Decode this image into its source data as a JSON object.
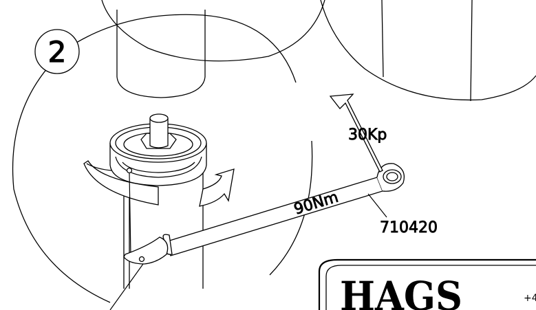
{
  "diagram": {
    "step_number": "2",
    "force_label": "30Kp",
    "torque_label": "90Nm",
    "tool_part_number": "710420",
    "logo_text": "HAGS",
    "contact_fragment": "+4",
    "ink_color": "#000000",
    "paper_color": "#ffffff"
  }
}
